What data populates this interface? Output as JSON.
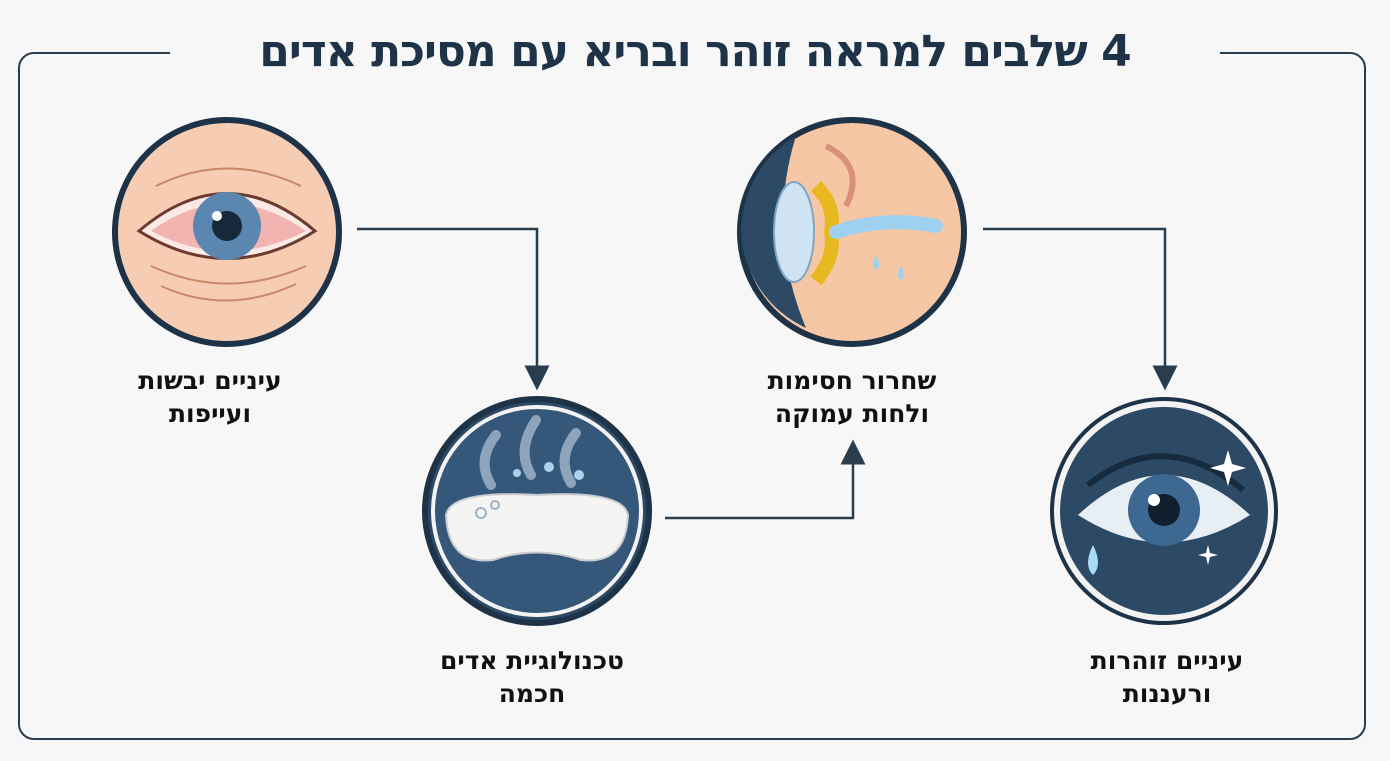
{
  "title": "4 שלבים למראה זוהר ובריא עם מסיכת אדים",
  "colors": {
    "frame": "#2a3d4f",
    "title": "#1e3347",
    "circle_dark": "#2c4a66"
  },
  "steps": [
    {
      "line1": "עיניים יבשות",
      "line2": "ועייפות",
      "icon": "tired-red-eye-icon"
    },
    {
      "line1": "טכנולוגיית אדים",
      "line2": "חכמה",
      "icon": "steam-eye-mask-icon"
    },
    {
      "line1": "שחרור חסימות",
      "line2": "ולחות עמוקה",
      "icon": "gland-unblocking-icon"
    },
    {
      "line1": "עיניים זוהרות",
      "line2": "ורעננות",
      "icon": "sparkling-eye-icon"
    }
  ]
}
